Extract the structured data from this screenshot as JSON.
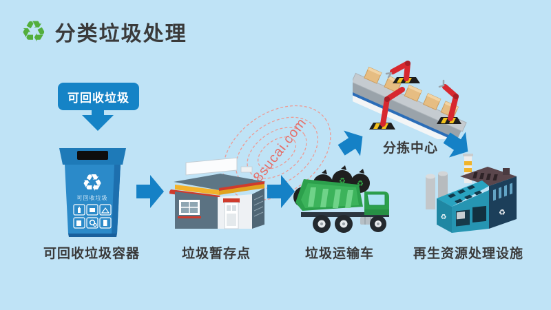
{
  "page": {
    "background_color": "#bfe3f6",
    "watermark_text": "88sucai.com"
  },
  "header": {
    "title": "分类垃圾处理"
  },
  "icons": {
    "recycle": "♻"
  },
  "tag": {
    "label": "可回收垃圾"
  },
  "bin": {
    "front_label": "可回收垃圾"
  },
  "nodes": {
    "bin_label": "可回收垃圾容器",
    "storage_label": "垃圾暂存点",
    "truck_label": "垃圾运输车",
    "sorting_label": "分拣中心",
    "facility_label": "再生资源处理设施"
  },
  "colors": {
    "accent_blue": "#1583c6",
    "bin_blue": "#2b8ac9",
    "truck_green": "#2fa84f",
    "robot_red": "#d7282f",
    "factory_teal": "#29a3c0",
    "title_green": "#53ae3c",
    "watermark_red": "#e4706b"
  }
}
